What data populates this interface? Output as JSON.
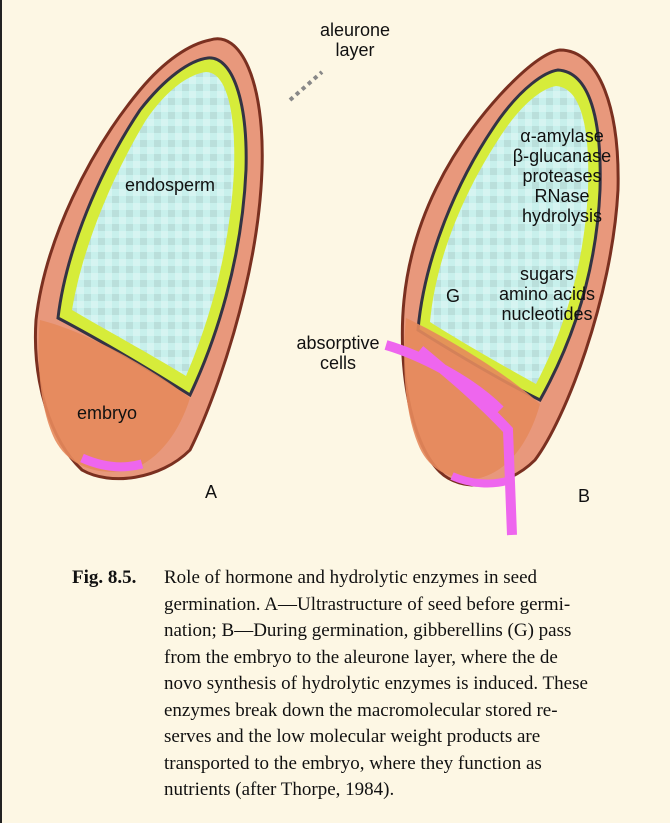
{
  "labels": {
    "aleurone_layer": [
      "aleurone",
      "layer"
    ],
    "endosperm": "endosperm",
    "embryo": "embryo",
    "a": "A",
    "b": "B",
    "g": "G",
    "absorptive_cells": [
      "absorptive",
      "cells"
    ],
    "enzymes": [
      "α-amylase",
      "β-glucanase",
      "proteases",
      "RNase",
      "hydrolysis"
    ],
    "products": [
      "sugars",
      "amino acids",
      "nucleotides"
    ]
  },
  "caption": {
    "title": "Fig. 8.5.",
    "lines": [
      "Role of hormone and hydrolytic enzymes in seed",
      "germination. A—Ultrastructure of seed before germi-",
      "nation; B—During germination, gibberellins (G) pass",
      "from the embryo to the aleurone layer, where the de",
      "novo synthesis of hydrolytic enzymes is induced. These",
      "enzymes break down the macromolecular stored re-",
      "serves and the low molecular weight products are",
      "transported to the embryo, where they function as",
      "nutrients (after Thorpe, 1984)."
    ]
  },
  "colors": {
    "background": "#fdf7e4",
    "seed_coat": "#e8987c",
    "aleurone": "#d6ec3a",
    "endosperm": "#c8f0ec",
    "embryo": "#e58a5c",
    "absorptive": "#ee66ee"
  }
}
